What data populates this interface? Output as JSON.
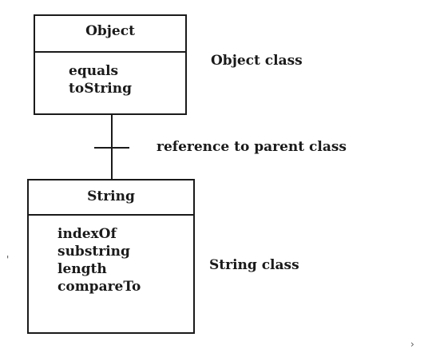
{
  "object_class": {
    "name": "Object",
    "members": [
      "equals",
      "toString"
    ],
    "caption": "Object class"
  },
  "relation": {
    "caption": "reference to parent class"
  },
  "string_class": {
    "name": "String",
    "members": [
      "indexOf",
      "substring",
      "length",
      "compareTo"
    ],
    "caption": "String class"
  }
}
